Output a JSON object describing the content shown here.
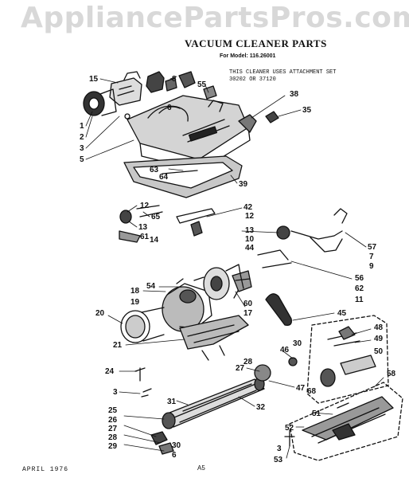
{
  "watermark": "AppliancePartsPros.com",
  "title": "VACUUM CLEANER PARTS",
  "model_line": "For Model: 116.26001",
  "note_line1": "THIS CLEANER USES ATTACHMENT SET",
  "note_line2": "30202 OR 37120",
  "date": "APRIL 1976",
  "page_code": "A5",
  "callouts": [
    {
      "id": "c15",
      "text": "15"
    },
    {
      "id": "c8",
      "text": "8"
    },
    {
      "id": "c55",
      "text": "55"
    },
    {
      "id": "c38",
      "text": "38"
    },
    {
      "id": "c35",
      "text": "35"
    },
    {
      "id": "c1",
      "text": "1"
    },
    {
      "id": "c2",
      "text": "2"
    },
    {
      "id": "c3a",
      "text": "3"
    },
    {
      "id": "c5",
      "text": "5"
    },
    {
      "id": "c63",
      "text": "63"
    },
    {
      "id": "c64",
      "text": "64"
    },
    {
      "id": "c39",
      "text": "39"
    },
    {
      "id": "c12a",
      "text": "12"
    },
    {
      "id": "c65",
      "text": "65"
    },
    {
      "id": "c13a",
      "text": "13"
    },
    {
      "id": "c61",
      "text": "61"
    },
    {
      "id": "c14",
      "text": "14"
    },
    {
      "id": "c42",
      "text": "42"
    },
    {
      "id": "c12b",
      "text": "12"
    },
    {
      "id": "c13b",
      "text": "13"
    },
    {
      "id": "c10",
      "text": "10"
    },
    {
      "id": "c44",
      "text": "44"
    },
    {
      "id": "c57",
      "text": "57"
    },
    {
      "id": "c7",
      "text": "7"
    },
    {
      "id": "c9",
      "text": "9"
    },
    {
      "id": "c56",
      "text": "56"
    },
    {
      "id": "c62",
      "text": "62"
    },
    {
      "id": "c11",
      "text": "11"
    },
    {
      "id": "c18",
      "text": "18"
    },
    {
      "id": "c54",
      "text": "54"
    },
    {
      "id": "c19",
      "text": "19"
    },
    {
      "id": "c20",
      "text": "20"
    },
    {
      "id": "c60",
      "text": "60"
    },
    {
      "id": "c17",
      "text": "17"
    },
    {
      "id": "c45",
      "text": "45"
    },
    {
      "id": "c21",
      "text": "21"
    },
    {
      "id": "c48",
      "text": "48"
    },
    {
      "id": "c49",
      "text": "49"
    },
    {
      "id": "c50",
      "text": "50"
    },
    {
      "id": "c46",
      "text": "46"
    },
    {
      "id": "c30a",
      "text": "30"
    },
    {
      "id": "c24",
      "text": "24"
    },
    {
      "id": "c28a",
      "text": "28"
    },
    {
      "id": "c27a",
      "text": "27"
    },
    {
      "id": "c47",
      "text": "47"
    },
    {
      "id": "c68",
      "text": "68"
    },
    {
      "id": "c3b",
      "text": "3"
    },
    {
      "id": "c31",
      "text": "31"
    },
    {
      "id": "c32",
      "text": "32"
    },
    {
      "id": "c25",
      "text": "25"
    },
    {
      "id": "c26",
      "text": "26"
    },
    {
      "id": "c27b",
      "text": "27"
    },
    {
      "id": "c28b",
      "text": "28"
    },
    {
      "id": "c29",
      "text": "29"
    },
    {
      "id": "c30b",
      "text": "30"
    },
    {
      "id": "c6",
      "text": "6"
    },
    {
      "id": "c58",
      "text": "58"
    },
    {
      "id": "c51",
      "text": "51"
    },
    {
      "id": "c52",
      "text": "52"
    },
    {
      "id": "c3c",
      "text": "3"
    },
    {
      "id": "c53",
      "text": "53"
    },
    {
      "id": "c6b",
      "text": "6"
    }
  ]
}
